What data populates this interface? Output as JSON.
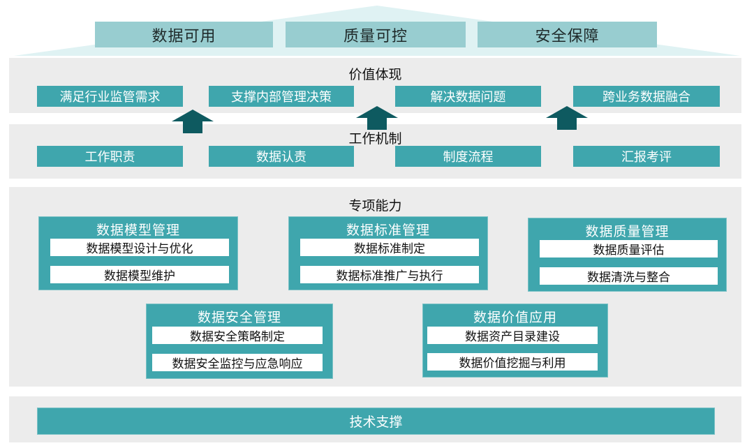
{
  "roof": {
    "pillars": [
      "数据可用",
      "质量可控",
      "安全保障"
    ]
  },
  "value": {
    "title": "价值体现",
    "items": [
      "满足行业监管需求",
      "支撑内部管理决策",
      "解决数据问题",
      "跨业务数据融合"
    ]
  },
  "mechanism": {
    "title": "工作机制",
    "items": [
      "工作职责",
      "数据认责",
      "制度流程",
      "汇报考评"
    ]
  },
  "capability": {
    "title": "专项能力",
    "cards": [
      {
        "title": "数据模型管理",
        "items": [
          "数据模型设计与优化",
          "数据模型维护"
        ]
      },
      {
        "title": "数据标准管理",
        "items": [
          "数据标准制定",
          "数据标准推广与执行"
        ]
      },
      {
        "title": "数据质量管理",
        "items": [
          "数据质量评估",
          "数据清洗与整合"
        ]
      },
      {
        "title": "数据安全管理",
        "items": [
          "数据安全策略制定",
          "数据安全监控与应急响应"
        ]
      },
      {
        "title": "数据价值应用",
        "items": [
          "数据资产目录建设",
          "数据价值挖掘与利用"
        ]
      }
    ]
  },
  "tech": {
    "label": "技术支撑"
  },
  "colors": {
    "teal": "#3fa6ad",
    "pillar": "#98cdd0",
    "roof": "#dff2f3",
    "arrow": "#0e5a60",
    "panel": "#ececec"
  },
  "icons": {
    "arrow": "arrow-up-icon"
  }
}
